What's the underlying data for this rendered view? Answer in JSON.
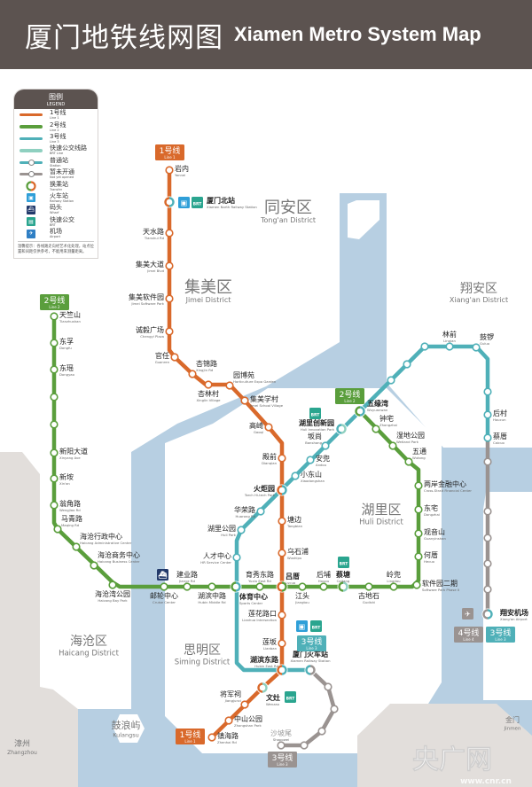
{
  "header": {
    "title_zh": "厦门地铁线网图",
    "title_en": "Xiamen Metro System Map"
  },
  "colors": {
    "line1": "#d9692b",
    "line2": "#5a9e3c",
    "line3": "#4fb0b8",
    "brt": "#8fd0c0",
    "planned": "#9a9391",
    "water": "#b7cfe2",
    "other_land": "#e2dedb",
    "header": "#5c5350"
  },
  "legend": {
    "title": "图例",
    "title_en": "LEGEND",
    "items": [
      {
        "zh": "1号线",
        "en": "Line 1",
        "kind": "line1"
      },
      {
        "zh": "2号线",
        "en": "Line 2",
        "kind": "line2"
      },
      {
        "zh": "3号线",
        "en": "Line 3",
        "kind": "line3"
      },
      {
        "zh": "快速公交线路",
        "en": "BRT Line",
        "kind": "brt"
      },
      {
        "zh": "普通站",
        "en": "Station",
        "kind": "station"
      },
      {
        "zh": "暂未开通",
        "en": "Not yet opened",
        "kind": "planned"
      },
      {
        "zh": "换乘站",
        "en": "Transfer",
        "kind": "transfer"
      },
      {
        "zh": "火车站",
        "en": "Railway Station",
        "kind": "railway"
      },
      {
        "zh": "码头",
        "en": "Wharf",
        "kind": "wharf"
      },
      {
        "zh": "快速公交",
        "en": "BRT",
        "kind": "brt-icon"
      },
      {
        "zh": "机场",
        "en": "Airport",
        "kind": "airport"
      }
    ],
    "note": "温馨提示：各线路走向经艺术化处理，站点位置和间距仅供参考，不能用来测量距离。"
  },
  "badges": {
    "line1_top": {
      "zh": "1号线",
      "en": "Line 1"
    },
    "line2_left": {
      "zh": "2号线",
      "en": "Line 2"
    },
    "line2_mid": {
      "zh": "2号线",
      "en": "Line 2"
    },
    "line3_station": {
      "zh": "3号线",
      "en": "Line 3"
    },
    "line1_bottom": {
      "zh": "1号线",
      "en": "Line 1"
    },
    "line3_bottom": {
      "zh": "3号线",
      "en": "Line 3"
    },
    "line4_airport": {
      "zh": "4号线",
      "en": "Line 4"
    },
    "line3_airport": {
      "zh": "3号线",
      "en": "Line 3"
    }
  },
  "icon_labels": {
    "brt": "BRT"
  },
  "districts": [
    {
      "zh": "同安区",
      "en": "Tong'an District"
    },
    {
      "zh": "集美区",
      "en": "Jimei District"
    },
    {
      "zh": "翔安区",
      "en": "Xiang'an District"
    },
    {
      "zh": "湖里区",
      "en": "Huli District"
    },
    {
      "zh": "海沧区",
      "en": "Haicang District"
    },
    {
      "zh": "思明区",
      "en": "Siming District"
    },
    {
      "zh": "鼓浪屿",
      "en": "Kulangsu"
    },
    {
      "zh": "漳州",
      "en": "Zhangzhou"
    },
    {
      "zh": "金门",
      "en": "Jinmen"
    }
  ],
  "watermark": {
    "zh": "央广网",
    "url": "www.cnr.cn"
  },
  "stations": [
    {
      "zh": "岩内",
      "en": "Yannei"
    },
    {
      "zh": "厦门北站",
      "en": "Xiamen North Railway Station"
    },
    {
      "zh": "天水路",
      "en": "Tianshui Rd"
    },
    {
      "zh": "集美大道",
      "en": "Jimei Blvd"
    },
    {
      "zh": "集美软件园",
      "en": "Jimei Software Park"
    },
    {
      "zh": "诚毅广场",
      "en": "Chengyi Plaza"
    },
    {
      "zh": "官任",
      "en": "Guanren"
    },
    {
      "zh": "杏锦路",
      "en": "Xingjin Rd"
    },
    {
      "zh": "杏林村",
      "en": "Xinglin Village"
    },
    {
      "zh": "园博苑",
      "en": "Horticulture Expo Garden"
    },
    {
      "zh": "集美学村",
      "en": "Jimei School Village"
    },
    {
      "zh": "高崎",
      "en": "Gaoqi"
    },
    {
      "zh": "殿前",
      "en": "Dianqian"
    },
    {
      "zh": "火炬园",
      "en": "Torch Hi-tech Park"
    },
    {
      "zh": "塘边",
      "en": "Tangbian"
    },
    {
      "zh": "乌石浦",
      "en": "Wushipu"
    },
    {
      "zh": "吕厝",
      "en": "Lvcuo"
    },
    {
      "zh": "莲花路口",
      "en": "Lianhua Intersection"
    },
    {
      "zh": "莲坂",
      "en": "Lianban"
    },
    {
      "zh": "湖滨东路",
      "en": "Hubin East Rd"
    },
    {
      "zh": "文灶",
      "en": "Wenzao"
    },
    {
      "zh": "将军祠",
      "en": "Jiangjunci"
    },
    {
      "zh": "中山公园",
      "en": "Zhongshan Park"
    },
    {
      "zh": "镇海路",
      "en": "Zhenhai Rd"
    },
    {
      "zh": "天竺山",
      "en": "Tianzhushan"
    },
    {
      "zh": "东孚",
      "en": "Dongfu"
    },
    {
      "zh": "东瑶",
      "en": "Dongyao"
    },
    {
      "zh": "新阳大道",
      "en": "Xinyang Ave"
    },
    {
      "zh": "新垵",
      "en": "Xin'an"
    },
    {
      "zh": "翁角路",
      "en": "Wengjiao Rd"
    },
    {
      "zh": "马青路",
      "en": "Maqing Rd"
    },
    {
      "zh": "海沧行政中心",
      "en": "Haicang Administrative Center"
    },
    {
      "zh": "海沧商务中心",
      "en": "Haicang Business Center"
    },
    {
      "zh": "海沧湾公园",
      "en": "Haicang Bay Park"
    },
    {
      "zh": "邮轮中心",
      "en": "Cruise Center"
    },
    {
      "zh": "建业路",
      "en": "Jianye Rd"
    },
    {
      "zh": "湖滨中路",
      "en": "Hubin Middle Rd"
    },
    {
      "zh": "体育中心",
      "en": "Sports Center"
    },
    {
      "zh": "育秀东路",
      "en": "Yuxiu East Rd"
    },
    {
      "zh": "江头",
      "en": "Jiangtou"
    },
    {
      "zh": "后埔",
      "en": "Houpu"
    },
    {
      "zh": "蔡塘",
      "en": "Caitang"
    },
    {
      "zh": "古地石",
      "en": "Gudishi"
    },
    {
      "zh": "岭兜",
      "en": "Lingdou"
    },
    {
      "zh": "软件园二期",
      "en": "Software Park Phase II"
    },
    {
      "zh": "何厝",
      "en": "Hecuo"
    },
    {
      "zh": "观音山",
      "en": "Guanyinshan"
    },
    {
      "zh": "东宅",
      "en": "Dongzhai"
    },
    {
      "zh": "两岸金融中心",
      "en": "Cross-Strait Financial Center"
    },
    {
      "zh": "五通",
      "en": "Wutong"
    },
    {
      "zh": "湿地公园",
      "en": "Wetland Park"
    },
    {
      "zh": "钟宅",
      "en": "Zhongzhai"
    },
    {
      "zh": "五缘湾",
      "en": "Wuyuanwan"
    },
    {
      "zh": "厦门火车站",
      "en": "Xiamen Railway Station"
    },
    {
      "zh": "人才中心",
      "en": "HR Service Center"
    },
    {
      "zh": "湖里公园",
      "en": "Huli Park"
    },
    {
      "zh": "华荣路",
      "en": "Huarong Rd"
    },
    {
      "zh": "小东山",
      "en": "Xiaodongshan"
    },
    {
      "zh": "安兜",
      "en": "Andou"
    },
    {
      "zh": "坂尚",
      "en": "Banshang"
    },
    {
      "zh": "湖里创新园",
      "en": "Huli Innovation Park"
    },
    {
      "zh": "林前",
      "en": "Linqian"
    },
    {
      "zh": "鼓锣",
      "en": "Guluo"
    },
    {
      "zh": "后村",
      "en": "Houcun"
    },
    {
      "zh": "蔡厝",
      "en": "Caicuo"
    },
    {
      "zh": "翔安机场",
      "en": "Xiang'an Airport"
    },
    {
      "zh": "沙坡尾",
      "en": "Shapowei"
    }
  ]
}
